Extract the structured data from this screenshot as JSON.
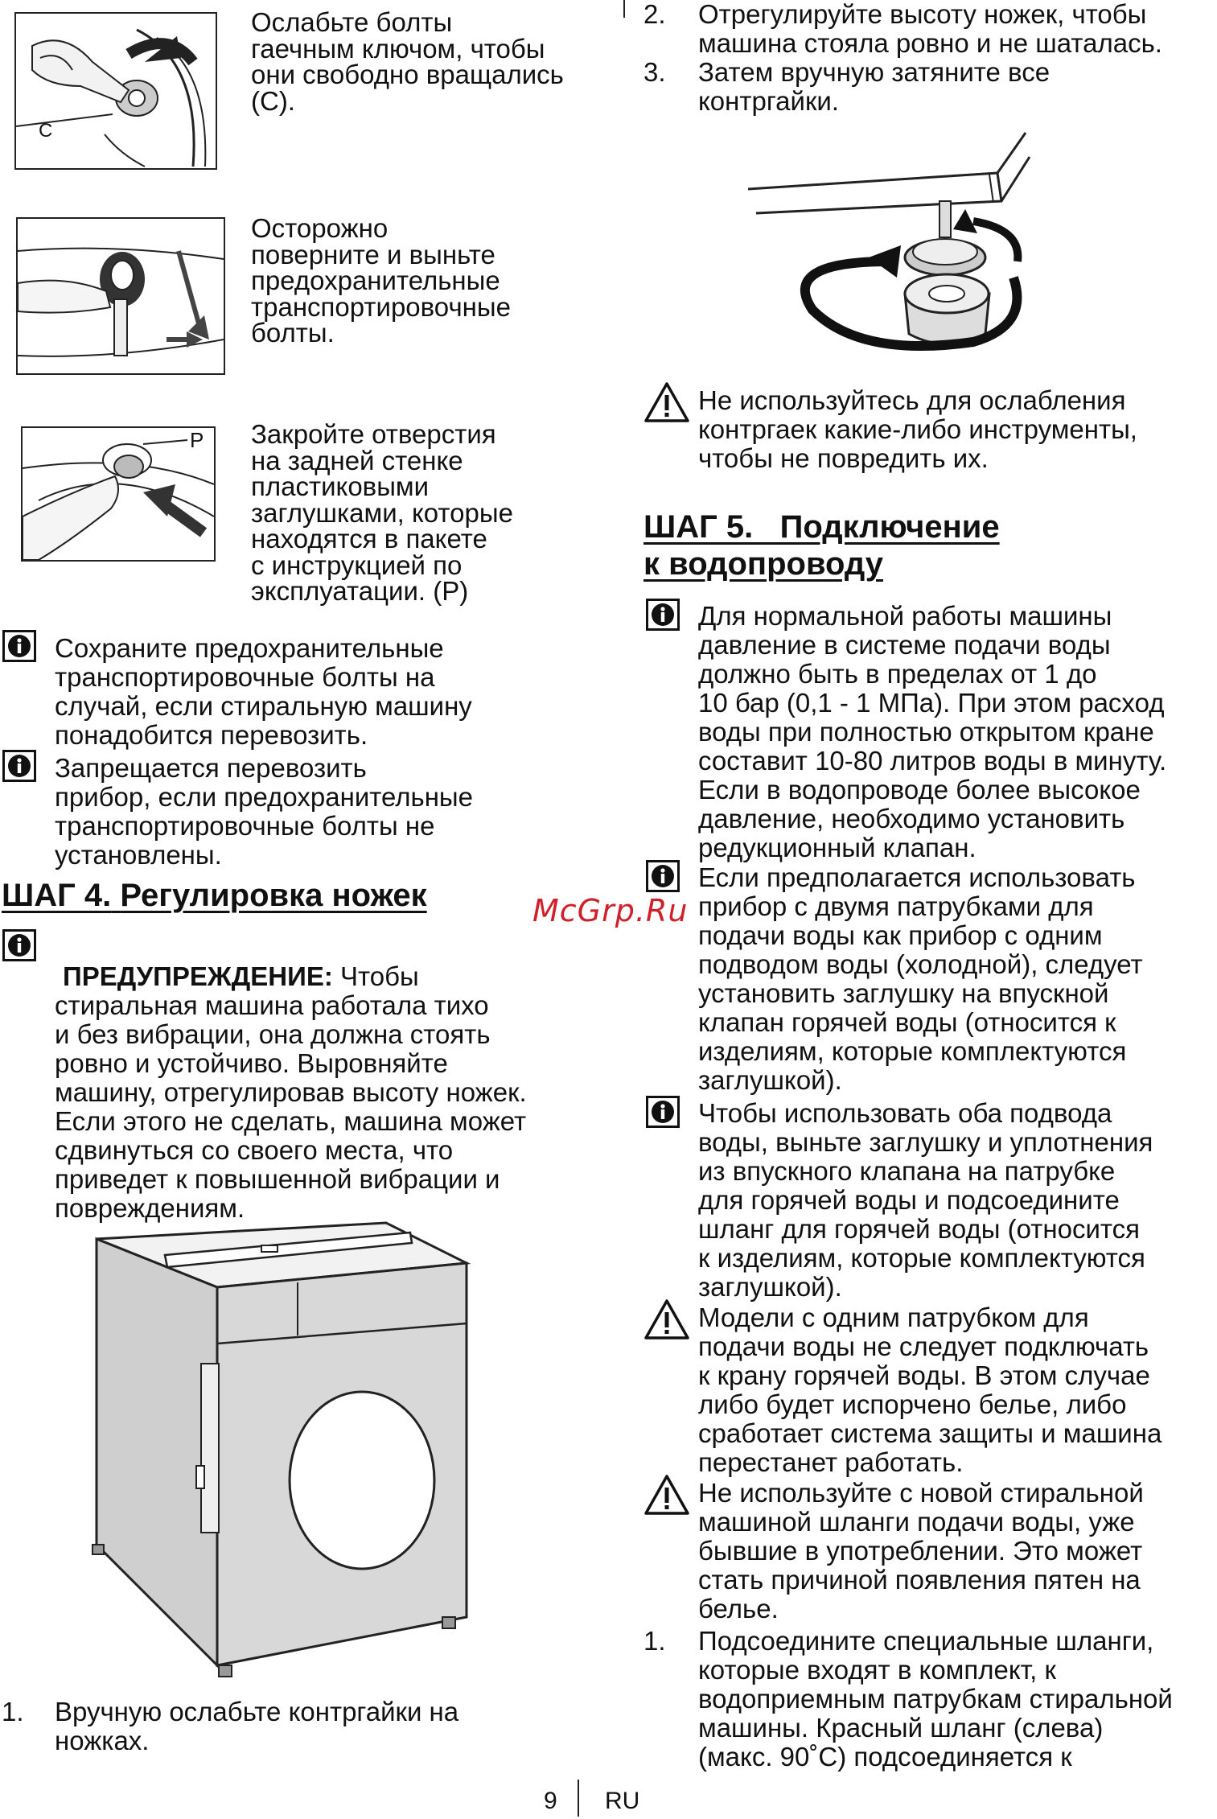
{
  "left": {
    "fig1": {
      "text": "Ослабьте болты\nгаечным ключом, чтобы\nони свободно вращались\n(С).",
      "label": "C"
    },
    "fig2": {
      "text": "Осторожно\nповерните и выньте\nпредохранительные\nтранспортировочные\nболты."
    },
    "fig3": {
      "text": "Закройте отверстия\nна задней стенке\nпластиковыми\nзаглушками, которые\nнаходятся в пакете\nс инструкцией по\nэксплуатации. (Р)",
      "label": "P"
    },
    "note1": "Сохраните предохранительные\nтранспортировочные болты на\nслучай, если стиральную машину\nпонадобится перевозить.",
    "note2": "Запрещается перевозить\nприбор, если предохранительные\nтранспортировочные болты не\nустановлены.",
    "step4": {
      "prefix": "ШАГ 4.",
      "title": "Регулировка ножек"
    },
    "warning_label": "ПРЕДУПРЕЖДЕНИЕ:",
    "warning_first": " Чтобы",
    "warning_rest": "стиральная машина работала тихо\nи без вибрации, она должна стоять\nровно и устойчиво. Выровняйте\nмашину, отрегулировав высоту ножек.\nЕсли этого не сделать, машина может\nсдвинуться со своего места, что\nприведет к повышенной вибрации и\nповреждениям.",
    "list1": {
      "num": "1.",
      "text": "Вручную ослабьте контргайки на\nножках."
    }
  },
  "right": {
    "list2": {
      "num": "2.",
      "text": "Отрегулируйте высоту ножек, чтобы\nмашина стояла ровно и не шаталась."
    },
    "list3": {
      "num": "3.",
      "text": "Затем вручную затяните все\nконтргайки."
    },
    "warn1": "Не используйтесь для ослабления\nконтргаек какие-либо инструменты,\nчтобы не повредить их.",
    "step5": {
      "line1": "ШАГ 5.   Подключение",
      "line2": "к водопроводу"
    },
    "info1": "Для нормальной работы машины\nдавление в системе подачи воды\nдолжно быть в пределах от 1 до\n10 бар (0,1 - 1 МПа). При этом расход\nводы при полностью открытом кране\nсоставит 10-80 литров воды в минуту.\nЕсли в водопроводе более высокое\nдавление, необходимо установить\nредукционный клапан.",
    "info2": "Если предполагается использовать\nприбор с двумя патрубками для\nподачи воды как прибор с одним\nподводом воды (холодной), следует\nустановить заглушку на впускной\nклапан горячей воды (относится к\nизделиям, которые комплектуются\nзаглушкой).",
    "info3": "Чтобы использовать оба подвода\nводы, выньте заглушку и уплотнения\nиз впускного клапана на патрубке\nдля горячей воды и подсоедините\nшланг для горячей воды (относится\nк изделиям, которые комплектуются\nзаглушкой).",
    "warn2": "Модели с одним патрубком для\nподачи воды не следует подключать\nк крану горячей воды. В этом случае\nлибо будет испорчено белье, либо\nсработает система защиты и машина\nперестанет работать.",
    "warn3": "Не используйте с новой стиральной\nмашиной шланги подачи воды, уже\nбывшие в употреблении. Это может\nстать причиной появления пятен на\nбелье.",
    "list1": {
      "num": "1.",
      "text": "Подсоедините специальные шланги,\nкоторые входят в комплект, к\nводоприемным патрубкам стиральной\nмашины. Красный шланг (слева)\n(макс. 90˚С) подсоединяется к"
    }
  },
  "watermark": "McGrp.Ru",
  "footer": {
    "page": "9",
    "lang": "RU"
  }
}
